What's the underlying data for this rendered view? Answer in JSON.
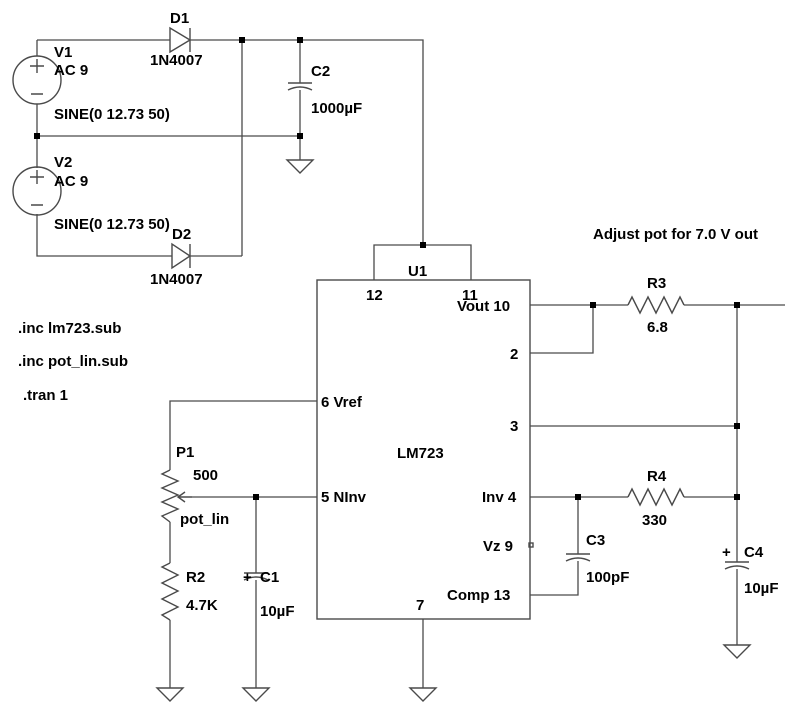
{
  "labels": {
    "v1_name": "V1",
    "v1_value": "AC 9",
    "v1_sine": "SINE(0 12.73 50)",
    "v2_name": "V2",
    "v2_value": "AC 9",
    "v2_sine": "SINE(0 12.73 50)",
    "d1_name": "D1",
    "d1_value": "1N4007",
    "d2_name": "D2",
    "d2_value": "1N4007",
    "c2_name": "C2",
    "c2_value": "1000µF",
    "note": "Adjust pot for 7.0 V out",
    "u1_name": "U1",
    "u1_value": "LM723",
    "inc1": ".inc lm723.sub",
    "inc2": ".inc pot_lin.sub",
    "tran": ".tran 1",
    "p1_name": "P1",
    "p1_value": "500",
    "p1_model": "pot_lin",
    "r2_name": "R2",
    "r2_value": "4.7K",
    "c1_name": "C1",
    "c1_value": "10µF",
    "r3_name": "R3",
    "r3_value": "6.8",
    "r4_name": "R4",
    "r4_value": "330",
    "c3_name": "C3",
    "c3_value": "100pF",
    "c4_name": "C4",
    "c4_value": "10µF",
    "plus": "+"
  },
  "pins": {
    "p12": "12",
    "p11": "11",
    "vout": "Vout 10",
    "p2": "2",
    "vref": "6 Vref",
    "p3": "3",
    "ninv": "5 NInv",
    "inv": "Inv 4",
    "vz": "Vz 9",
    "comp": "Comp 13",
    "p7": "7"
  }
}
